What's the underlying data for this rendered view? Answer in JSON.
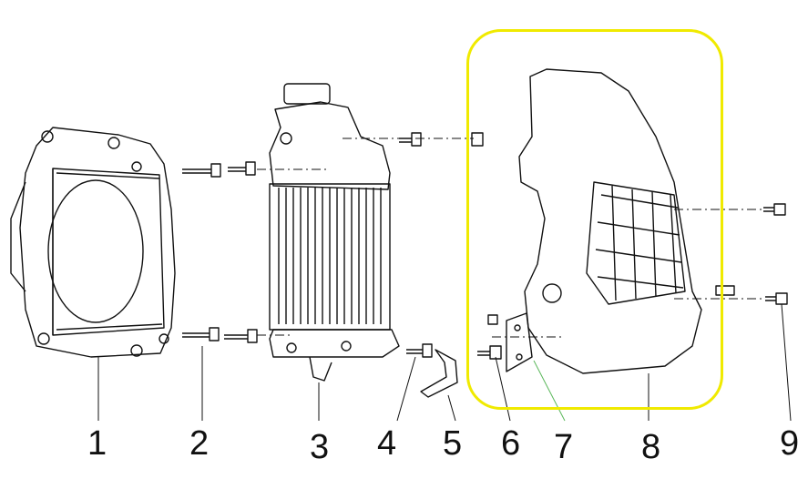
{
  "callouts": [
    {
      "label": "1"
    },
    {
      "label": "2"
    },
    {
      "label": "3"
    },
    {
      "label": "4"
    },
    {
      "label": "5"
    },
    {
      "label": "6"
    },
    {
      "label": "7"
    },
    {
      "label": "8"
    },
    {
      "label": "9"
    }
  ],
  "colors": {
    "line": "#111111",
    "highlight": "#f0ea00",
    "leader_green": "#5cb85c"
  }
}
